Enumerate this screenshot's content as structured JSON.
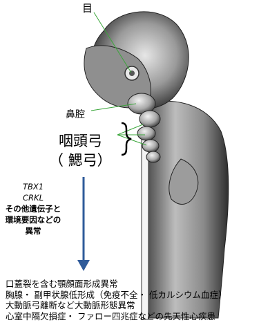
{
  "labels": {
    "eye": "目",
    "nasal_cavity": "鼻腔",
    "pharyngeal_arch": "咽頭弓",
    "branchial_arch": "（ 鰓弓）"
  },
  "factors": {
    "genes": [
      "TBX1",
      "CRKL"
    ],
    "other": [
      "その他遺伝子と",
      "環境要因などの",
      "異常"
    ]
  },
  "outcomes": [
    "口蓋裂を含む顎顔面形成異常",
    "胸腺・ 副甲状腺低形成（免疫不全・ 低カルシウム血症）",
    "大動脈弓離断など大動脈形態異常",
    "心室中隔欠損症・ ファロー四兆症などの先天性心疾患"
  ],
  "colors": {
    "arrow": "#2f5b9a",
    "pointer_lines": "#3aa63a",
    "embryo_dark": "#2a2a2a",
    "embryo_light": "#d9d9d9"
  }
}
